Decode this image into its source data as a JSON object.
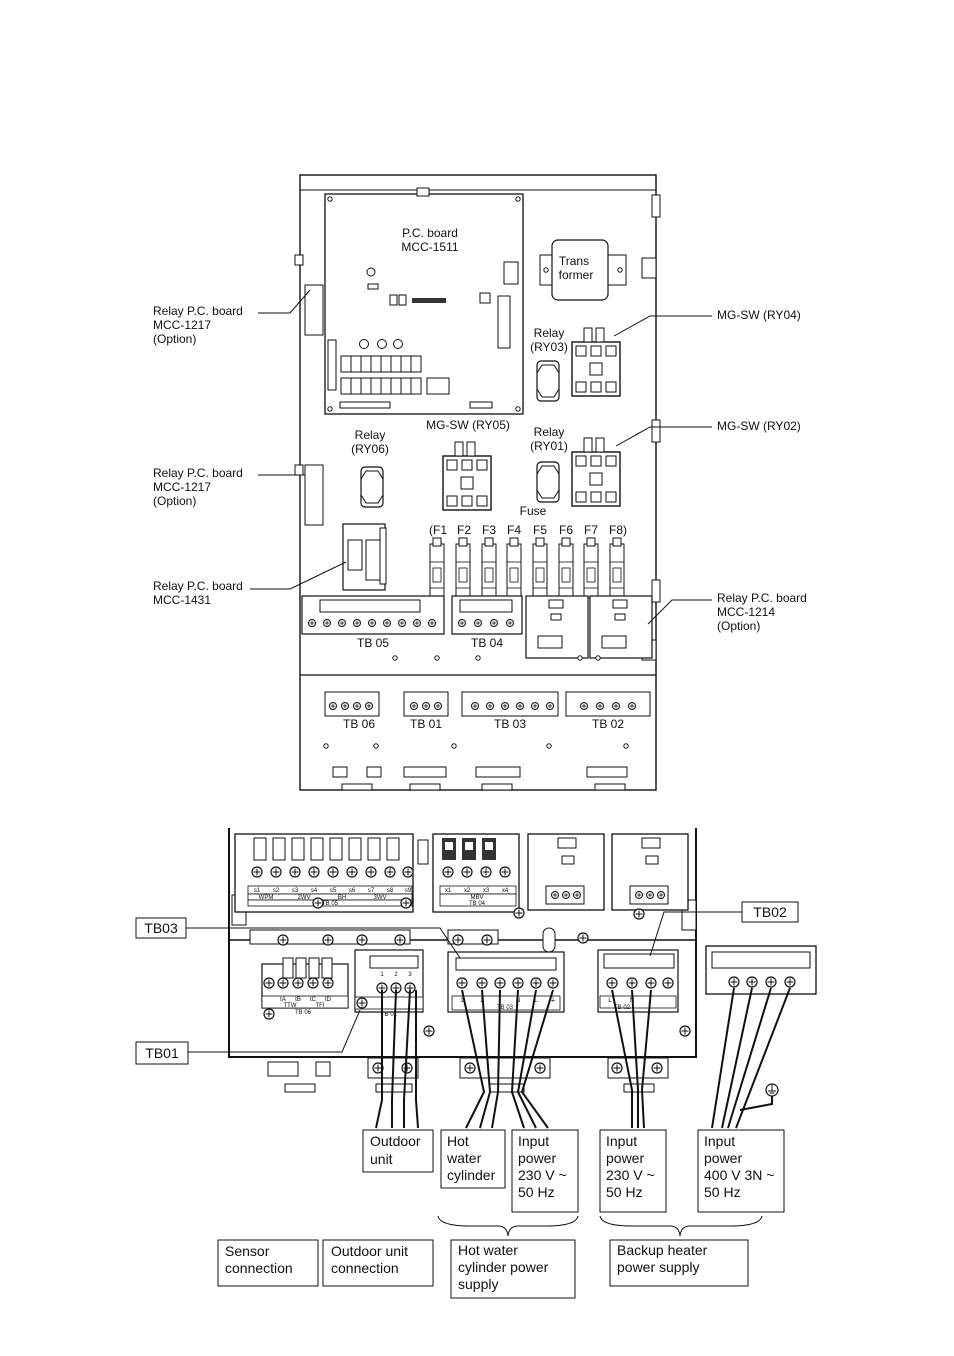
{
  "top_diagram": {
    "pc_board": {
      "line1": "P.C. board",
      "line2": "MCC-1511"
    },
    "transformer": {
      "line1": "Trans",
      "line2": "former"
    },
    "relay_ry03": {
      "line1": "Relay",
      "line2": "(RY03)"
    },
    "relay_ry01": {
      "line1": "Relay",
      "line2": "(RY01)"
    },
    "relay_ry06": {
      "line1": "Relay",
      "line2": "(RY06)"
    },
    "mg_sw_ry05": "MG-SW (RY05)",
    "fuse": "Fuse",
    "fuses": [
      "(F1",
      "F2",
      "F3",
      "F4",
      "F5",
      "F6",
      "F7",
      "F8)"
    ],
    "callouts": {
      "relay_pcb_top": {
        "line1": "Relay P.C. board",
        "line2": "MCC-1217",
        "line3": "(Option)"
      },
      "relay_pcb_mid": {
        "line1": "Relay P.C. board",
        "line2": "MCC-1217",
        "line3": "(Option)"
      },
      "relay_pcb_1431": {
        "line1": "Relay P.C. board",
        "line2": "MCC-1431"
      },
      "mg_sw_ry04": "MG-SW (RY04)",
      "mg_sw_ry02": "MG-SW (RY02)",
      "relay_pcb_1214": {
        "line1": "Relay P.C. board",
        "line2": "MCC-1214",
        "line3": "(Option)"
      }
    },
    "terminal_blocks": {
      "tb05": "TB 05",
      "tb04": "TB 04",
      "tb06": "TB 06",
      "tb01": "TB 01",
      "tb03": "TB 03",
      "tb02": "TB 02"
    }
  },
  "bottom_diagram": {
    "tb03_label": "TB03",
    "tb01_label": "TB01",
    "tb02_label": "TB02",
    "tb05_terminals": [
      "s1",
      "s2",
      "s3",
      "s4",
      "s5",
      "s6",
      "s7",
      "s8",
      "s9"
    ],
    "tb05_groups": [
      "WPM",
      "2WV",
      "BH",
      "3WV"
    ],
    "tb05_name": "TB 05",
    "tb04_terminals": [
      "x1",
      "x2",
      "x3",
      "x4"
    ],
    "tb04_group": "MBV",
    "tb04_name": "TB 04",
    "tb06_terminals": [
      "tA",
      "tB",
      "tC",
      "tD"
    ],
    "tb06_groups": [
      "TTW",
      "TFI"
    ],
    "tb06_name": "TB 06",
    "tb01_terminals": [
      "1",
      "2",
      "3"
    ],
    "tb01_name": "TB 01",
    "tb03_terminals": [
      "1",
      "2",
      "",
      "L",
      "N",
      "⏚"
    ],
    "tb03_name": "TB 03",
    "tb02_terminals": [
      "L",
      "N"
    ],
    "tb02_name": "TB 02",
    "outdoor_unit": {
      "line1": "Outdoor",
      "line2": "unit"
    },
    "hot_water_cylinder": {
      "line1": "Hot",
      "line2": "water",
      "line3": "cylinder"
    },
    "input_power_230_a": {
      "line1": "Input",
      "line2": "power",
      "line3": "230 V ~",
      "line4": "50 Hz"
    },
    "input_power_230_b": {
      "line1": "Input",
      "line2": "power",
      "line3": "230 V ~",
      "line4": "50 Hz"
    },
    "input_power_400": {
      "line1": "Input",
      "line2": "power",
      "line3": "400 V 3N ~",
      "line4": "50 Hz"
    },
    "sensor_connection": {
      "line1": "Sensor",
      "line2": "connection"
    },
    "outdoor_unit_connection": {
      "line1": "Outdoor unit",
      "line2": "connection"
    },
    "hot_water_cylinder_power_supply": {
      "line1": "Hot water",
      "line2": "cylinder power",
      "line3": "supply"
    },
    "backup_heater_power_supply": {
      "line1": "Backup heater",
      "line2": "power supply"
    }
  }
}
